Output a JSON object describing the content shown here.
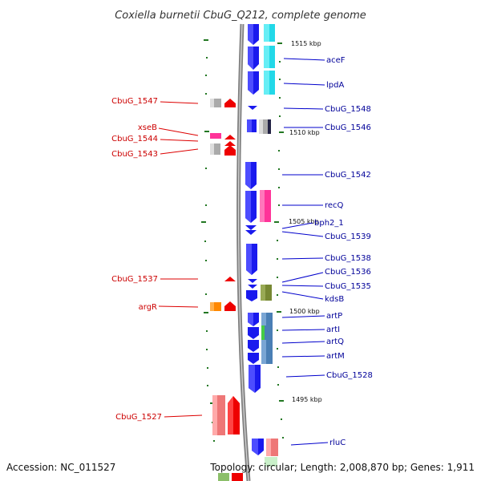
{
  "title": "Coxiella burnetii CbuG_Q212, complete genome",
  "footer": {
    "accession": "Accession: NC_011527",
    "summary": "Topology: circular; Length: 2,008,870 bp; Genes: 1,911"
  },
  "scale_labels": [
    "1515 kbp",
    "1510 kbp",
    "1505 kbp",
    "1500 kbp",
    "1495 kbp"
  ],
  "reverse_labels": [
    "CbuG_1547",
    "xseB",
    "CbuG_1544",
    "CbuG_1543",
    "CbuG_1537",
    "argR",
    "CbuG_1527"
  ],
  "forward_labels": [
    "aceF",
    "lpdA",
    "CbuG_1548",
    "CbuG_1546",
    "CbuG_1542",
    "recQ",
    "bph2_1",
    "CbuG_1539",
    "CbuG_1538",
    "CbuG_1536",
    "CbuG_1535",
    "kdsB",
    "artP",
    "artI",
    "artQ",
    "artM",
    "CbuG_1528",
    "rluC"
  ],
  "colors": {
    "backbone": "#808080",
    "cds_blue": "#1a1aee",
    "cyan": "#22d8e8",
    "red": "#ee0000",
    "pink": "#ff3399",
    "salmon": "#ee7777",
    "orange": "#ff8800",
    "olive": "#778833",
    "steel": "#4a7fb5",
    "gray": "#aaaaaa",
    "green": "#44cc44",
    "tick": "#227722",
    "leader_red": "#dd0000",
    "leader_blue": "#0000cc"
  }
}
